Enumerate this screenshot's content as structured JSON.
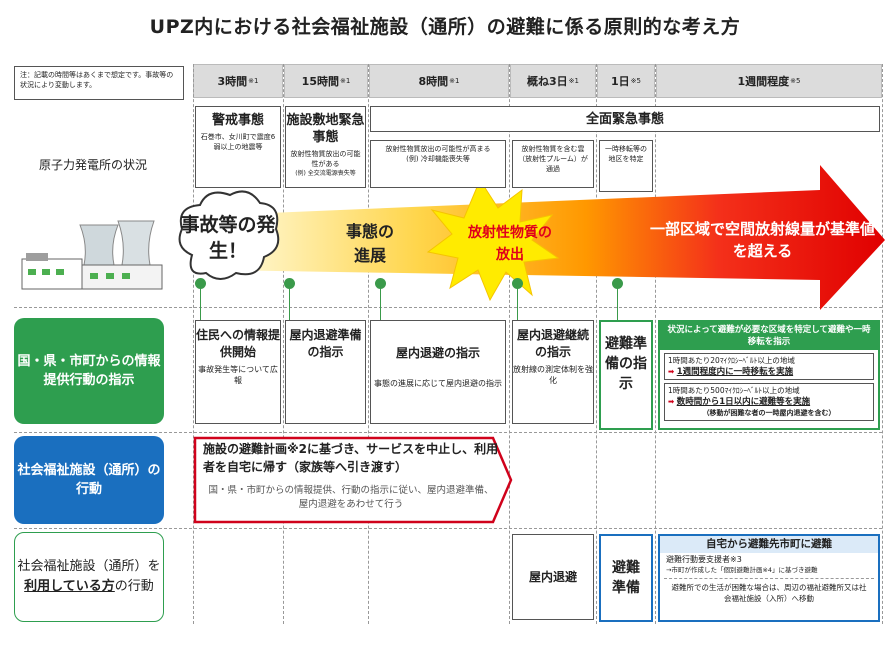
{
  "title": "UPZ内における社会福祉施設（通所）の避難に係る原則的な考え方",
  "note": "注：記載の時間等はあくまで想定です。事故等の状況により変動します。",
  "times": [
    {
      "label": "3時間",
      "mark": "※1"
    },
    {
      "label": "15時間",
      "mark": "※1"
    },
    {
      "label": "8時間",
      "mark": "※1"
    },
    {
      "label": "概ね3日",
      "mark": "※1"
    },
    {
      "label": "1日",
      "mark": "※5"
    },
    {
      "label": "1週間程度",
      "mark": "※5"
    }
  ],
  "row_labels": {
    "plant": "原子力発電所の状況",
    "gov": "国・県・市町からの情報提供行動の指示",
    "facility": "社会福祉施設（通所）の行動",
    "user_pre": "社会福祉施設（通所）を",
    "user_em": "利用している方",
    "user_post": "の行動"
  },
  "states": {
    "alert": {
      "head": "警戒事態",
      "sub": "石巻市、女川町で震度6弱以上の地震等"
    },
    "site": {
      "head": "施設敷地緊急事態",
      "sub": "放射性物質放出の可能性がある",
      "sub2": "(例) 全交流電源喪失等"
    },
    "general": {
      "head": "全面緊急事態"
    },
    "general_a": {
      "sub": "放射性物質放出の可能性が高まる",
      "sub2": "(例) 冷却機能喪失等"
    },
    "general_b": {
      "sub": "放射性物質を含む雲（放射性プルーム）が通過"
    },
    "general_c": {
      "sub": "一時移転等の地区を特定"
    }
  },
  "arrow": {
    "occur": "事故等の発生！",
    "progress": "事態の進展",
    "release": "放射性物質の放出",
    "exceed": "一部区域で空間放射線量が基準値を超える"
  },
  "gov": {
    "info": {
      "head": "住民への情報提供開始",
      "sub": "事故発生等について広報"
    },
    "prep": {
      "head": "屋内退避準備の指示"
    },
    "shelter": {
      "head": "屋内退避の指示",
      "sub": "事態の進展に応じて屋内退避の指示"
    },
    "cont": {
      "head": "屋内退避継続の指示",
      "sub": "放射線の測定体制を強化"
    },
    "evprep": {
      "head": "避難準備の指示"
    },
    "relocate": {
      "head": "状況によって避難が必要な区域を特定して避難や一時移転を指示",
      "r1_cond": "1時間あたり20ﾏｲｸﾛｼｰﾍﾞﾙﾄ以上の地域",
      "r1_act": "1週間程度内に一時移転を実施",
      "r2_cond": "1時間あたり500ﾏｲｸﾛｼｰﾍﾞﾙﾄ以上の地域",
      "r2_act": "数時間から1日以内に避難等を実施",
      "r2_note": "（移動が困難な者の一時屋内退避を含む）"
    }
  },
  "facility": {
    "main": "施設の避難計画※2に基づき、サービスを中止し、利用者を自宅に帰す（家族等へ引き渡す）",
    "sub": "国・県・市町からの情報提供、行動の指示に従い、屋内退避準備、屋内退避をあわせて行う"
  },
  "user": {
    "shelter": "屋内退避",
    "evprep": "避難準備",
    "evac_head": "自宅から避難先市町に避難",
    "evac_l1": "避難行動要支援者※3",
    "evac_l2": "→市町が作成した「個別避難計画※4」に基づき避難",
    "evac_l3": "避難所での生活が困難な場合は、周辺の福祉避難所又は社会福祉施設（入所）へ移動"
  },
  "colors": {
    "green": "#2e9e4f",
    "blue": "#1a6fbf",
    "red": "#d0021b"
  }
}
